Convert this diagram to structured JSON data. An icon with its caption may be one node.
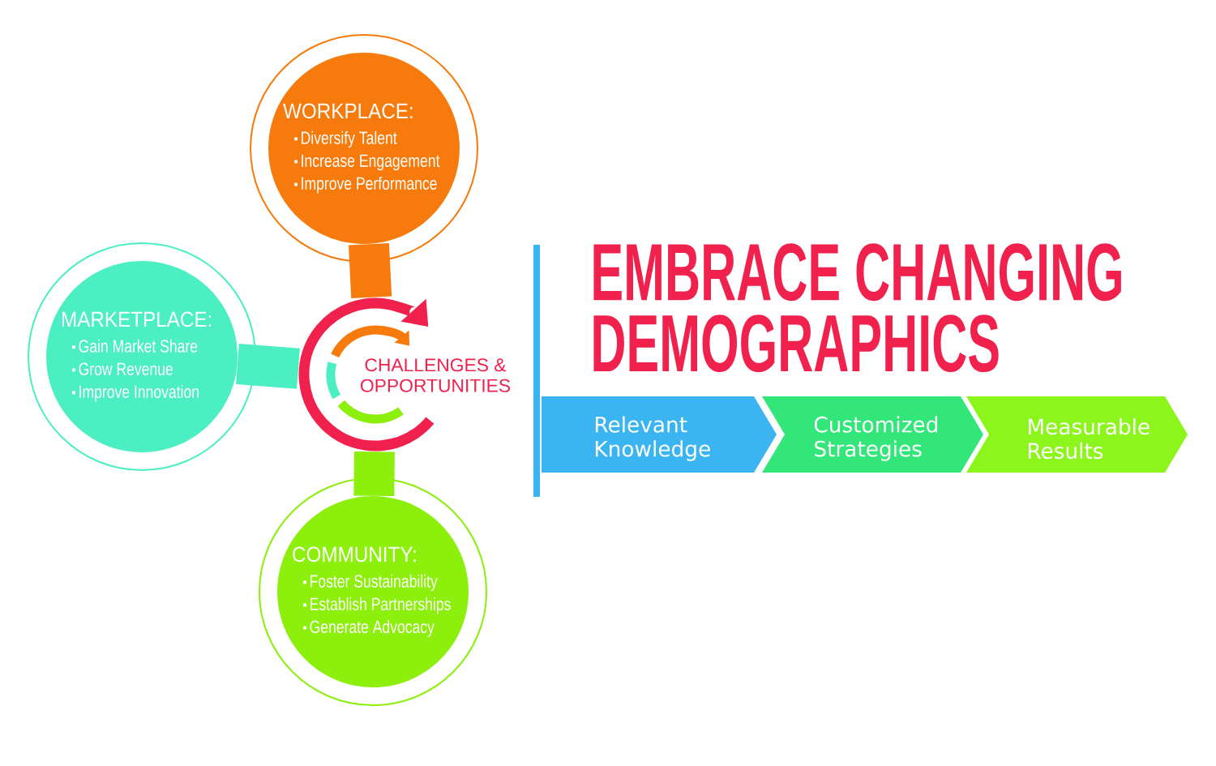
{
  "diagram": {
    "title": "EMBRACE CHANGING DEMOGRAPHICS",
    "nodes": [
      {
        "text": [
          "WORKPLACE:",
          "Diversify Talent",
          "Increase Engagement",
          "Improve Performance"
        ]
      },
      {
        "text": [
          "MARKETPLACE:",
          "Gain Market Share",
          "Grow Revenue",
          "Improve Innovation"
        ]
      },
      {
        "text": [
          "CHALLENGES & OPPORTUNITIES"
        ]
      },
      {
        "text": [
          "COMMUNITY:",
          "Foster Sustainability",
          "Establish Partnerships",
          "Generate Advocacy"
        ]
      },
      {
        "text": [
          "Relevant Knowledge"
        ]
      },
      {
        "text": [
          "Customized Strategies"
        ]
      },
      {
        "text": [
          "Measurable Results"
        ]
      }
    ],
    "edges": [
      {
        "from": 0,
        "to": 2,
        "arrow": "none",
        "color": "#f77b0c"
      },
      {
        "from": 1,
        "to": 2,
        "arrow": "none",
        "color": "#4cefc4"
      },
      {
        "from": 3,
        "to": 2,
        "arrow": "none",
        "color": "#8cef0c"
      }
    ]
  }
}
